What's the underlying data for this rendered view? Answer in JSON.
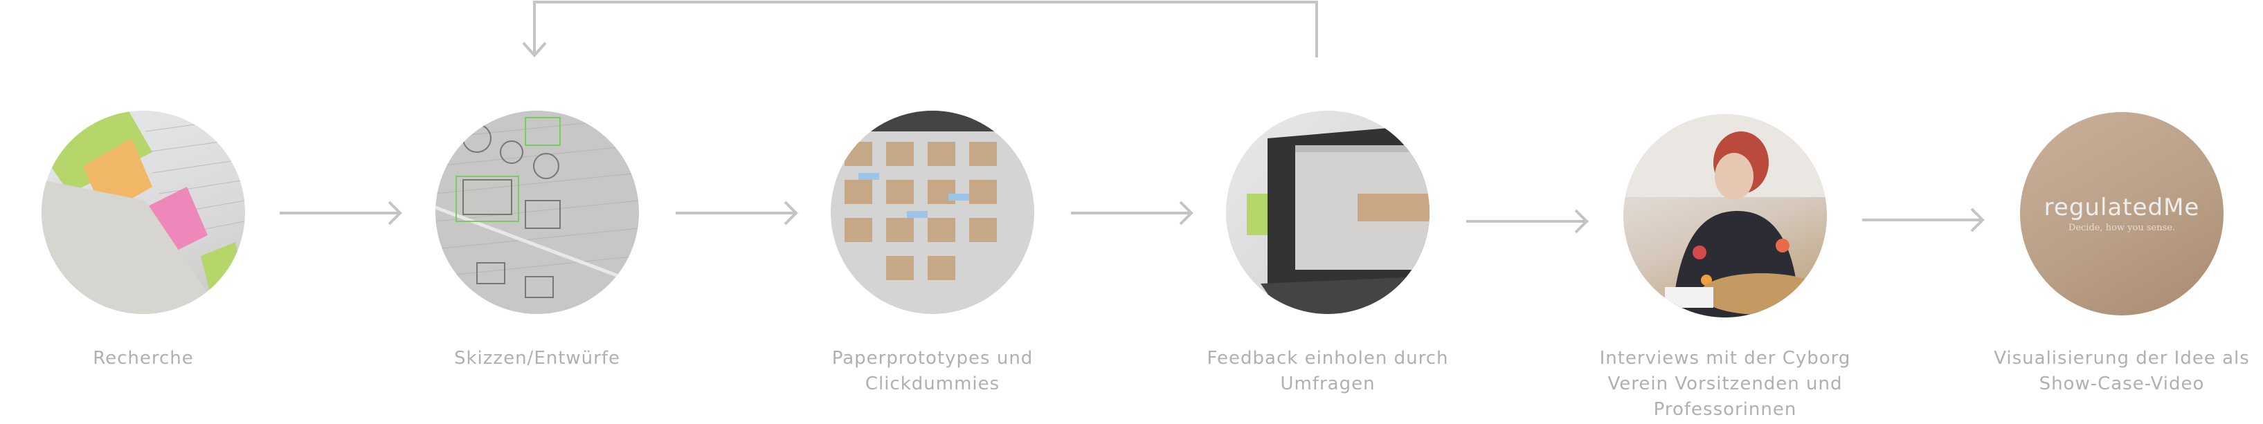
{
  "steps": [
    {
      "label_lines": [
        "Recherche"
      ],
      "image": "book-with-sticky-notes"
    },
    {
      "label_lines": [
        "Skizzen/Entwürfe"
      ],
      "image": "pencil-sketches"
    },
    {
      "label_lines": [
        "Paperprototypes und",
        "Clickdummies"
      ],
      "image": "clickdummy-screens"
    },
    {
      "label_lines": [
        "Feedback einholen durch",
        "Umfragen"
      ],
      "image": "laptop-survey"
    },
    {
      "label_lines": [
        "Interviews mit der Cyborg",
        "Verein Vorsitzenden und",
        "Professorinnen"
      ],
      "image": "phone-interview"
    },
    {
      "label_lines": [
        "Visualisierung der Idee als",
        "Show-Case-Video"
      ],
      "image": "brand-logo"
    }
  ],
  "logo": {
    "name": "regulatedMe",
    "tagline": "Decide, how you sense."
  },
  "colors": {
    "line": "#c4c4c4",
    "label": "#b0b0b0",
    "brand_bg": "#b99f86"
  }
}
